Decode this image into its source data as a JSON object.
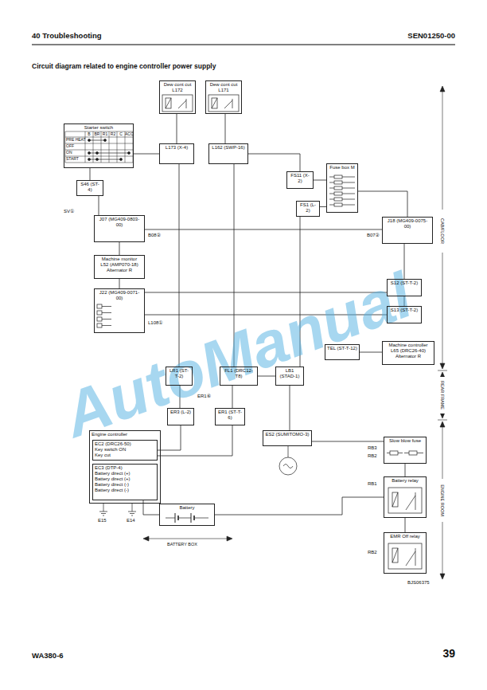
{
  "diagram": {
    "title": "Circuit diagram related to engine controller power supply",
    "nodes": [
      {
        "text": [
          "Dew cont cut",
          "L172"
        ]
      },
      {
        "text": [
          "Dew cont cut",
          "L171"
        ]
      },
      {
        "text": [
          "Starter switch"
        ]
      },
      {
        "text": [
          "S46 (ST-4)"
        ]
      },
      {
        "text": [
          "L173 (X-4)"
        ]
      },
      {
        "text": [
          "L162 (SWP-16)"
        ]
      },
      {
        "text": [
          "FS11 (X-2)"
        ]
      },
      {
        "text": [
          "Fuse box M"
        ]
      },
      {
        "text": [
          "FS1 (L-2)"
        ]
      },
      {
        "text": [
          "J07 (MG409-0803-00)"
        ]
      },
      {
        "text": [
          "J18 (MG409-0075-00)"
        ]
      },
      {
        "text": [
          "Machine monitor",
          "L52 (AMP070-18)",
          "Alternator R"
        ]
      },
      {
        "text": [
          "J22 (MG409-0071-00)"
        ]
      },
      {
        "text": [
          "S12 (ST-T-2)"
        ]
      },
      {
        "text": [
          "S13 (ST-T-2)"
        ]
      },
      {
        "text": [
          "TEL (ST-T-12)"
        ]
      },
      {
        "text": [
          "Machine controller",
          "L65 (DRC26-40)",
          "Alternator R"
        ]
      },
      {
        "text": [
          "LR1 (ST-T-2)"
        ]
      },
      {
        "text": [
          "FL1 (DRC12-T8)"
        ]
      },
      {
        "text": [
          "LB1 (STAD-1)"
        ]
      },
      {
        "text": [
          "ER3 (L-2)"
        ]
      },
      {
        "text": [
          "ER1 (ST-T-6)"
        ]
      },
      {
        "text": [
          "Engine controller"
        ]
      },
      {
        "text": [
          "EC2 (DRC26-50)",
          "Key switch ON",
          "Key cut"
        ],
        "in": 22
      },
      {
        "text": [
          "EC3 (DTP-4)",
          "Battery direct (+)",
          "Battery direct (+)",
          "Battery direct (-)",
          "Battery direct (-)"
        ],
        "in": 22
      },
      {
        "text": [
          "ES2 (SUMITOMO-3)"
        ]
      },
      {
        "text": [
          "Slow blow fuse"
        ]
      },
      {
        "text": [
          "Battery relay"
        ]
      },
      {
        "text": [
          "EMR Off relay"
        ]
      },
      {
        "text": [
          "Battery"
        ]
      }
    ],
    "edges": [
      {
        "from": 0,
        "to": 4,
        "arrow": "none"
      },
      {
        "from": 1,
        "to": 5,
        "arrow": "none"
      },
      {
        "from": 2,
        "to": 4,
        "arrow": "none"
      },
      {
        "from": 2,
        "to": 3,
        "arrow": "none"
      },
      {
        "from": 5,
        "to": 6,
        "arrow": "none"
      },
      {
        "from": 6,
        "to": 7,
        "arrow": "none"
      },
      {
        "from": 8,
        "to": 7,
        "arrow": "none"
      },
      {
        "from": 3,
        "to": 9,
        "arrow": "none"
      },
      {
        "from": 9,
        "to": 10,
        "arrow": "none"
      },
      {
        "from": 7,
        "to": 10,
        "arrow": "none"
      },
      {
        "from": 9,
        "to": 11,
        "arrow": "none"
      },
      {
        "from": 11,
        "to": 12,
        "arrow": "none"
      },
      {
        "from": 10,
        "to": 13,
        "arrow": "none"
      },
      {
        "from": 13,
        "to": 14,
        "arrow": "none"
      },
      {
        "from": 12,
        "to": 13,
        "arrow": "none"
      },
      {
        "from": 12,
        "to": 14,
        "arrow": "none"
      },
      {
        "from": 15,
        "to": 16,
        "arrow": "none"
      },
      {
        "from": 4,
        "to": 17,
        "arrow": "none"
      },
      {
        "from": 5,
        "to": 18,
        "arrow": "none"
      },
      {
        "from": 8,
        "to": 19,
        "arrow": "none"
      },
      {
        "from": 18,
        "to": 19,
        "arrow": "none"
      },
      {
        "from": 17,
        "to": 20,
        "arrow": "none"
      },
      {
        "from": 18,
        "to": 21,
        "arrow": "none"
      },
      {
        "from": 20,
        "to": 23,
        "arrow": "none"
      },
      {
        "from": 21,
        "to": 23,
        "arrow": "none"
      },
      {
        "from": 19,
        "to": 25,
        "arrow": "none"
      },
      {
        "from": 25,
        "to": 26,
        "arrow": "none"
      },
      {
        "from": 26,
        "to": 27,
        "arrow": "none"
      },
      {
        "from": 27,
        "to": 28,
        "arrow": "none"
      },
      {
        "from": 27,
        "to": 29,
        "arrow": "none"
      },
      {
        "from": 24,
        "to": 29,
        "arrow": "none"
      }
    ],
    "labels": [
      "40 Troubleshooting",
      "SEN01250-00",
      "B",
      "BR",
      "R1",
      "R2",
      "C",
      "ACC",
      "PRE HEAT",
      "OFF",
      "ON",
      "START",
      "SV①",
      "B08②",
      "B07②",
      "L108①",
      "ER1⑥",
      "E15",
      "E14",
      "RB3",
      "RB2",
      "RB1",
      "RB2",
      "BATTERY BOX",
      "CAB/FLOOR",
      "REAR FRAME",
      "ENGINE ROOM",
      "BJS06375",
      "AutoManual",
      "WA380-6",
      "39"
    ]
  }
}
